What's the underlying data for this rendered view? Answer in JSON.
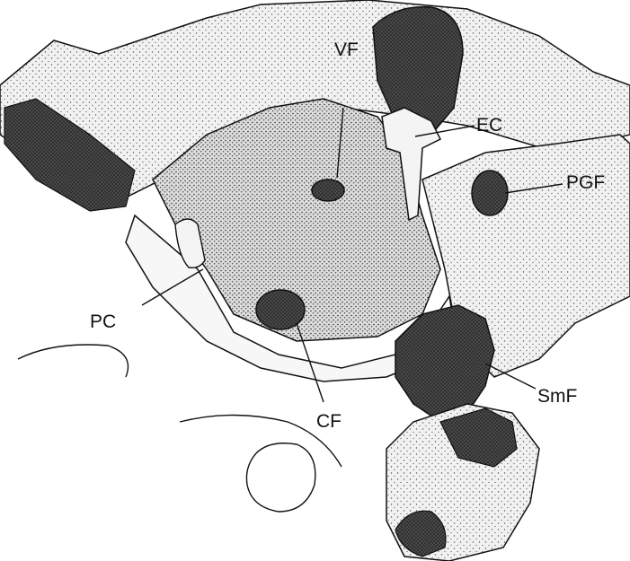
{
  "labels": {
    "vf": "VF",
    "ec": "EC",
    "pgf": "PGF",
    "pc": "PC",
    "cf": "CF",
    "smf": "SmF"
  },
  "colors": {
    "ink": "#111111",
    "light_stipple": "#d9d9d9",
    "medium_stipple": "#b3b3b3",
    "dark_foramen": "#3a3a3a",
    "background": "#ffffff"
  }
}
